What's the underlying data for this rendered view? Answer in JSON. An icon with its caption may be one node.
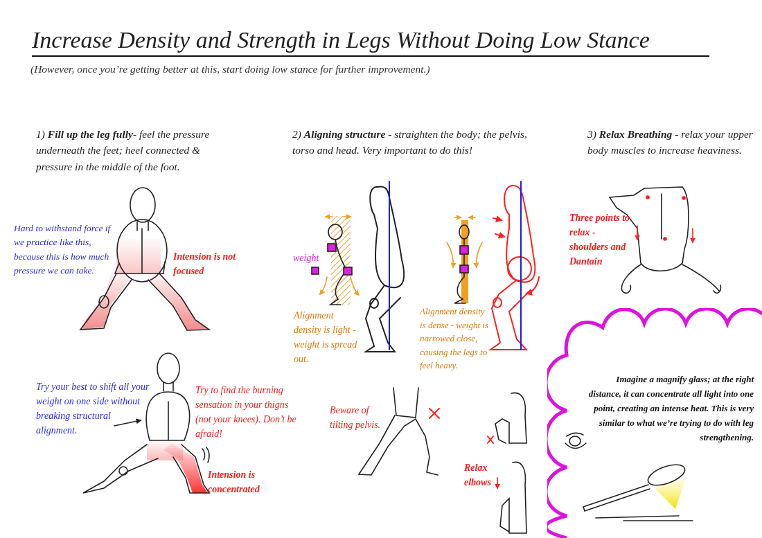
{
  "diagram": {
    "title": "Increase Density and Strength in Legs Without Doing Low Stance",
    "nodes": [
      {
        "text": [
          "Imagine a magnify glass; at the right distance, it can concentrate all light into one point, creating an intense heat. This is very similar to what we’re trying to do with leg strengthening."
        ]
      }
    ],
    "labels": [
      "(However, once you’re getting better at this, start doing low stance for further improvement.)",
      "1) **Fill up the leg fully**- feel the pressure underneath the feet; heel connected & pressure in the middle of the foot.",
      "2) **Aligning structure** - straighten the body; the pelvis, torso and head. Very important to do this!",
      "3) **Relax Breathing** - relax your upper body muscles to increase heaviness.",
      "Hard to withstand force if we practice like this, because this is how much pressure we can take.",
      "Intension is not focused",
      "weight",
      "Alignment density is light - weight is spread out.",
      "Alignment density is dense - weight is narrowed close, causing the legs to feel heavy.",
      "Three points to relax - shoulders and Dantain",
      "Try your best to shift all your weight on one side without breaking structural alignment.",
      "Try to find the burning sensation in your thigns (not your knees). Don’t be afraid!",
      "Beware of tilting pelvis.",
      "Intension is concentrated",
      "Relax elbows"
    ]
  }
}
